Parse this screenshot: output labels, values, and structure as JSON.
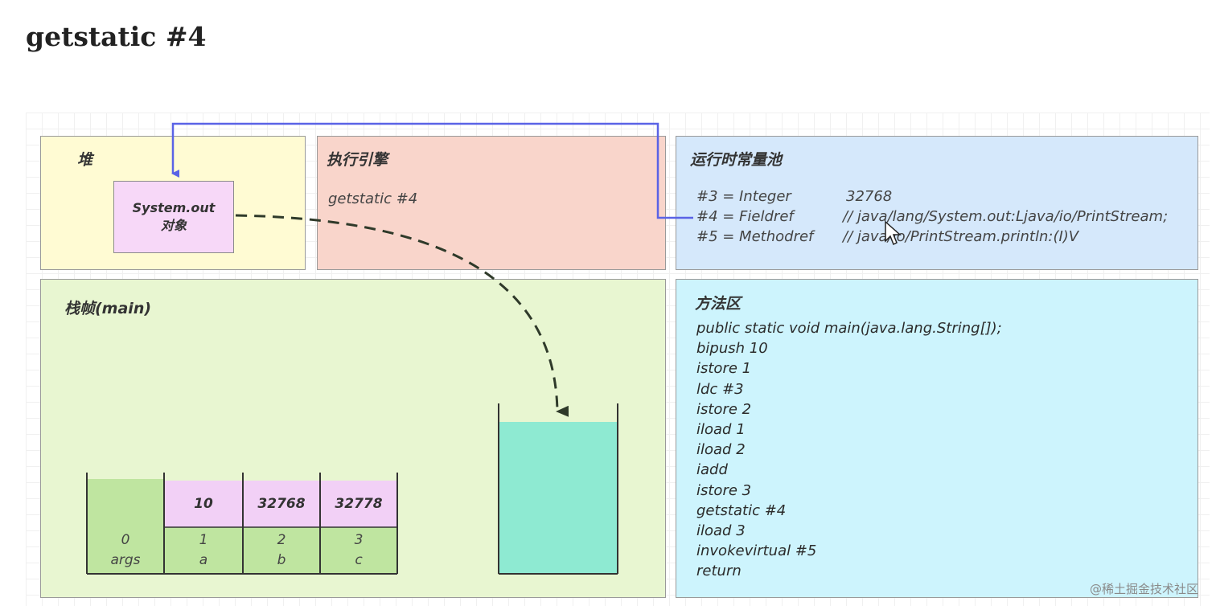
{
  "title": "getstatic #4",
  "heap": {
    "title": "堆",
    "object_line1": "System.out",
    "object_line2": "对象"
  },
  "engine": {
    "title": "执行引擎",
    "instruction": "getstatic #4"
  },
  "constant_pool": {
    "title": "运行时常量池",
    "entries": [
      {
        "ref": "#3 = Integer",
        "value": "32768"
      },
      {
        "ref": "#4 = Fieldref",
        "value": "// java/lang/System.out:Ljava/io/PrintStream;"
      },
      {
        "ref": "#5 = Methodref",
        "value": "// java/io/PrintStream.println:(I)V"
      }
    ]
  },
  "stack_frame": {
    "title": "栈帧(main)",
    "locals": [
      {
        "index": "0",
        "name": "args",
        "value": ""
      },
      {
        "index": "1",
        "name": "a",
        "value": "10"
      },
      {
        "index": "2",
        "name": "b",
        "value": "32768"
      },
      {
        "index": "3",
        "name": "c",
        "value": "32778"
      }
    ],
    "operand_stack_fill": 0.8
  },
  "method_area": {
    "title": "方法区",
    "lines": [
      "public static void main(java.lang.String[]);",
      "bipush 10",
      "istore 1",
      "ldc #3",
      "istore 2",
      "iload 1",
      "iload 2",
      "iadd",
      "istore 3",
      "getstatic #4",
      "iload 3",
      "invokevirtual #5",
      "return"
    ]
  },
  "colors": {
    "heap": "#fffbd3",
    "engine": "#f9d5cb",
    "constant_pool": "#d5e8fb",
    "stack_frame": "#e8f6d1",
    "method_area": "#cdf4fd",
    "reference_arrow": "#5a63e6",
    "operand_stack": "#8eead2"
  },
  "watermark": "@稀土掘金技术社区"
}
